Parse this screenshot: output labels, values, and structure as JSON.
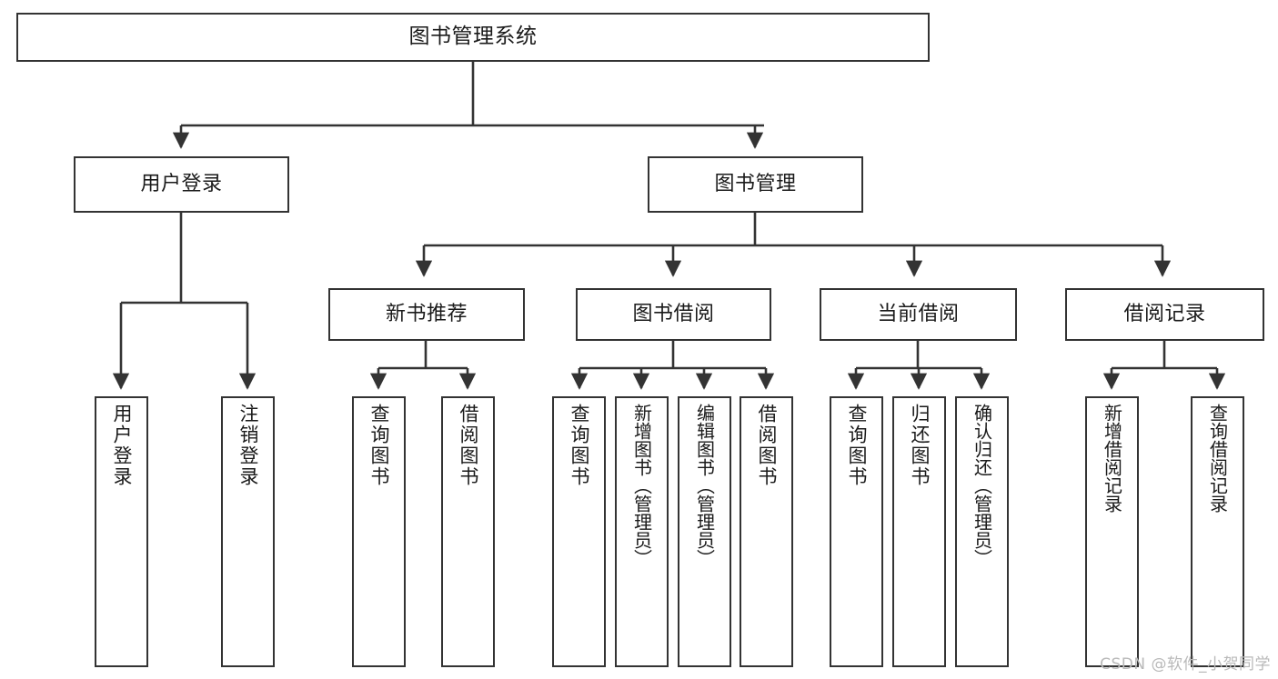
{
  "diagram": {
    "title": "图书管理系统",
    "type": "tree",
    "line_color": "#333333",
    "box_fill": "#ffffff",
    "text_color": "#1a1a1a",
    "root": {
      "id": "root",
      "label": "图书管理系统",
      "orientation": "horizontal"
    },
    "level2": [
      {
        "id": "user-login",
        "label": "用户登录",
        "orientation": "horizontal"
      },
      {
        "id": "book-manage",
        "label": "图书管理",
        "orientation": "horizontal"
      }
    ],
    "level3": [
      {
        "id": "new-book-recommend",
        "label": "新书推荐",
        "orientation": "horizontal",
        "parent": "book-manage"
      },
      {
        "id": "book-borrow",
        "label": "图书借阅",
        "orientation": "horizontal",
        "parent": "book-manage"
      },
      {
        "id": "current-borrow",
        "label": "当前借阅",
        "orientation": "horizontal",
        "parent": "book-manage"
      },
      {
        "id": "borrow-record",
        "label": "借阅记录",
        "orientation": "horizontal",
        "parent": "book-manage"
      }
    ],
    "leaves": {
      "user_login": [
        {
          "id": "leaf-user-login",
          "label": "用户登录",
          "orientation": "vertical"
        },
        {
          "id": "leaf-logout-login",
          "label": "注销登录",
          "orientation": "vertical"
        }
      ],
      "new_book_recommend": [
        {
          "id": "leaf-query-book-1",
          "label": "查询图书",
          "orientation": "vertical"
        },
        {
          "id": "leaf-borrow-book-1",
          "label": "借阅图书",
          "orientation": "vertical"
        }
      ],
      "book_borrow": [
        {
          "id": "leaf-query-book-2",
          "label": "查询图书",
          "orientation": "vertical"
        },
        {
          "id": "leaf-add-book",
          "label": "新增图书（管理员）",
          "orientation": "vertical"
        },
        {
          "id": "leaf-edit-book",
          "label": "编辑图书（管理员）",
          "orientation": "vertical"
        },
        {
          "id": "leaf-borrow-book-2",
          "label": "借阅图书",
          "orientation": "vertical"
        }
      ],
      "current_borrow": [
        {
          "id": "leaf-query-book-3",
          "label": "查询图书",
          "orientation": "vertical"
        },
        {
          "id": "leaf-return-book",
          "label": "归还图书",
          "orientation": "vertical"
        },
        {
          "id": "leaf-confirm-return",
          "label": "确认归还（管理员）",
          "orientation": "vertical"
        }
      ],
      "borrow_record": [
        {
          "id": "leaf-add-record",
          "label": "新增借阅记录",
          "orientation": "vertical"
        },
        {
          "id": "leaf-query-record",
          "label": "查询借阅记录",
          "orientation": "vertical"
        }
      ]
    }
  },
  "watermark": {
    "text": "CSDN @软件_小贺同学"
  }
}
